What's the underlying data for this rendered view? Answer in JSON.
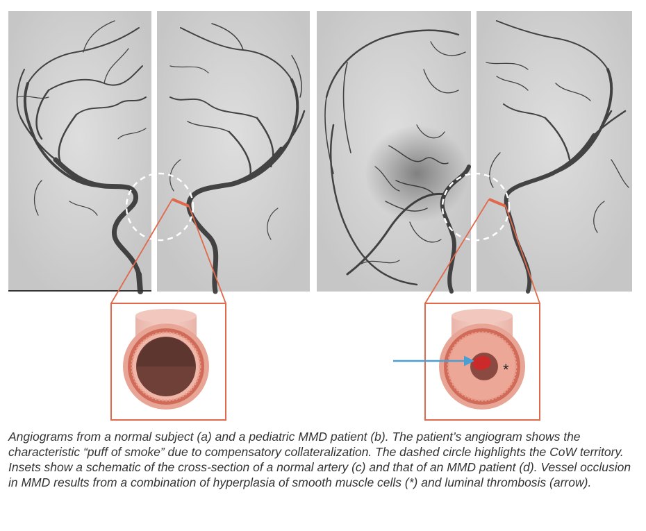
{
  "figure": {
    "panels": [
      "normal-left",
      "normal-right",
      "mmd-left",
      "mmd-right"
    ],
    "inset_c_label": "",
    "inset_d_label": "",
    "asterisk": "*",
    "colors": {
      "outline": "#e0694b",
      "arrow": "#4a9fd4",
      "vessel_outer": "#e8a596",
      "vessel_wall": "#cf6b58",
      "lumen_normal": "#6f4038",
      "thrombus": "#cc2a2a",
      "dashed_circle": "#ffffff",
      "angio_bg": "#cfcfcf"
    }
  },
  "caption": "Angiograms from a normal subject (a) and a pediatric MMD patient (b). The patient’s angiogram shows the characteristic “puff of smoke” due to compensatory collateralization. The dashed circle highlights the CoW territory. Insets show a schematic of the cross-section of a normal artery (c) and that of an MMD patient (d). Vessel occlusion in MMD results from a combination of hyperplasia of smooth muscle cells (*) and luminal thrombosis (arrow)."
}
